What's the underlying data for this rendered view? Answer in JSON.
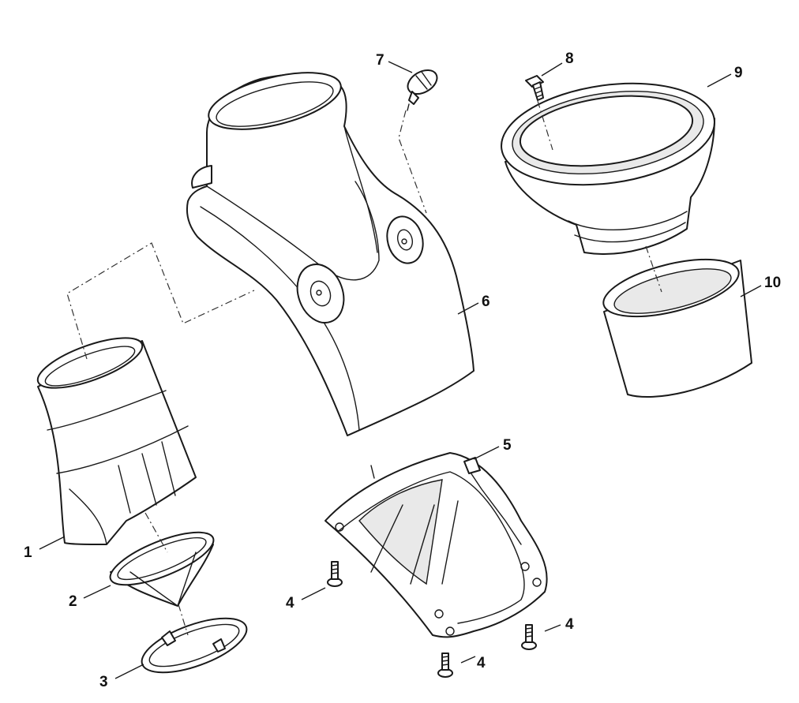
{
  "callouts": {
    "c1": "1",
    "c2": "2",
    "c3": "3",
    "c4a": "4",
    "c4b": "4",
    "c4c": "4",
    "c5": "5",
    "c6": "6",
    "c7": "7",
    "c8": "8",
    "c9": "9",
    "c10": "10"
  }
}
